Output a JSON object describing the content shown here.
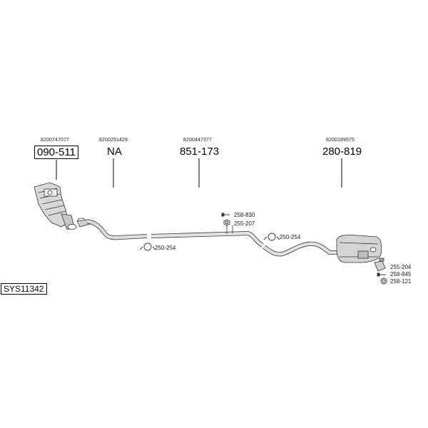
{
  "system_code": "SYS11342",
  "groups": [
    {
      "oe": "8200747077",
      "part": "090-511",
      "boxed": true
    },
    {
      "oe": "8200251429",
      "part": "NA",
      "boxed": false
    },
    {
      "oe": "8200447377",
      "part": "851-173",
      "boxed": false
    },
    {
      "oe": "8200189575",
      "part": "280-819",
      "boxed": false
    }
  ],
  "accessories": {
    "clamp_front": "250-254",
    "bolt_mid": "258-830",
    "nut_mid": "255-207",
    "clamp_rear": "250-254",
    "bracket_rear": "255-204",
    "bolt_rear": "258-845",
    "ring_rear": "258-121"
  }
}
